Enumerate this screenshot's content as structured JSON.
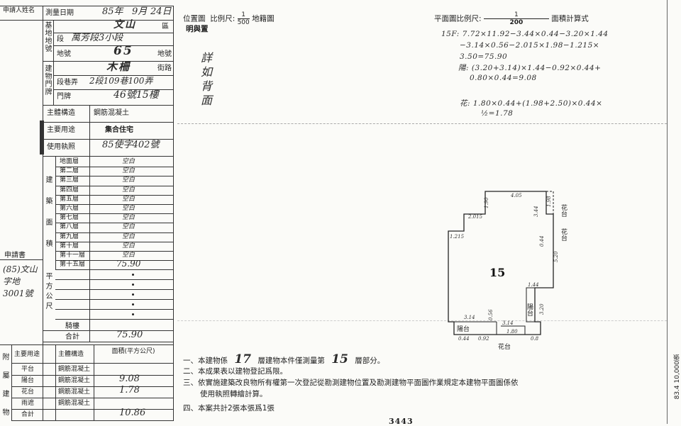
{
  "register": {
    "applicant_label": "申請人姓名",
    "measure_date_label": "測量日期",
    "measure_date_year": "85年",
    "measure_date_month": "9月",
    "measure_date_day": "24日",
    "district_label": "區",
    "district_value": "文山",
    "site_label": "基地地號",
    "section_label": "段",
    "section_value": "萬芳段3小段",
    "lot_label": "地號",
    "lot_value": "65",
    "door_label": "建物門牌",
    "street_label": "街路",
    "street_value": "木柵",
    "lane_label": "段巷弄",
    "lane_value": "2段109巷100弄",
    "number_label": "門牌",
    "number_value": "46號15樓",
    "structure_label": "主體構造",
    "structure_value": "鋼筋混凝土",
    "use_label": "主要用途",
    "use_value": "集合住宅",
    "license_label": "使用執照",
    "license_value": "85使字402號",
    "floor_group_label": "建築面積",
    "floors": [
      {
        "name": "地面層",
        "value": "空白"
      },
      {
        "name": "第二層",
        "value": "空白"
      },
      {
        "name": "第三層",
        "value": "空白"
      },
      {
        "name": "第四層",
        "value": "空白"
      },
      {
        "name": "第五層",
        "value": "空白"
      },
      {
        "name": "第六層",
        "value": "空白"
      },
      {
        "name": "第七層",
        "value": "空白"
      },
      {
        "name": "第八層",
        "value": "空白"
      },
      {
        "name": "第九層",
        "value": "空白"
      },
      {
        "name": "第十層",
        "value": "空白"
      },
      {
        "name": "第十一層",
        "value": "空白"
      },
      {
        "name": "第十五層",
        "value": "75.90"
      }
    ],
    "unit_label": "平方公尺",
    "applicant_book_label": "申請書",
    "applicant_book_value": "(85)文山字地3001號",
    "annex_label": "騎樓",
    "total_label": "合計",
    "total_value": "75.90",
    "attached_label": "附屬建物",
    "attached_use_header": "主要用途",
    "attached_struct_header": "主體構造",
    "attached_area_header": "面積(平方公尺)",
    "attached": [
      {
        "use": "平台",
        "struct": "鋼筋混凝土",
        "area": ""
      },
      {
        "use": "陽台",
        "struct": "鋼筋混凝土",
        "area": "9.08"
      },
      {
        "use": "花台",
        "struct": "鋼筋混凝土",
        "area": "1.78"
      },
      {
        "use": "雨遮",
        "struct": "鋼筋混凝土",
        "area": ""
      },
      {
        "use": "合計",
        "struct": "",
        "area": "10.86"
      }
    ]
  },
  "location": {
    "title": "位置圖",
    "scale_label": "比例尺",
    "scale_num": "1",
    "scale_den": "500",
    "cadastral": "地籍圖",
    "note": "明與置",
    "detail": "詳如背面"
  },
  "plan": {
    "title": "平面圖比例尺",
    "scale_num": "1",
    "scale_den": "200",
    "calc_title": "面積計算式",
    "calc_lines": [
      "15F: 7.72×11.92−3.44×0.44−3.20×1.44",
      "−3.14×0.56−2.015×1.98−1.215×",
      "3.50=75.90",
      "陽: (3.20+3.14)×1.44−0.92×0.44+",
      "0.80×0.44=9.08",
      "花: 1.80×0.44+(1.98+2.50)×0.44×",
      "½=1.78"
    ],
    "floor_number": "15",
    "dims": {
      "top": "4.05",
      "top_left": "1.90",
      "left_step": "2.015",
      "left_width": "1.215",
      "right_a": "3.44",
      "right_b": "1.98",
      "right_c": "0.44",
      "right_d": "5.20",
      "right_e": "1.44",
      "right_f": "3.20",
      "bottom_a": "3.14",
      "bottom_b": "3.14",
      "bottom_c": "0.56",
      "bottom_d": "0.44",
      "bottom_e": "0.92",
      "bottom_f": "1.80",
      "bottom_g": "0.8"
    },
    "labels": {
      "balcony": "陽台",
      "balcony_side": "陽台",
      "flower": "花台",
      "flower_top": "花台",
      "flower_bottom": "花台"
    }
  },
  "remarks": {
    "r1_a": "一、本建物係",
    "r1_floors": "17",
    "r1_b": "層建物本件僅測量第",
    "r1_floor": "15",
    "r1_c": "層部分。",
    "r2": "二、本成果表以建物登記爲限。",
    "r3": "三、依實施建築改良物所有權第一次登記從勘測建物位置及勘測建物平面圖作業規定本建物平面圖係依",
    "r3b": "使用執照轉繪計算。",
    "r4_a": "四、本案共計",
    "r4_b": "2張本張爲",
    "r4_c": "1張",
    "side_stamp": "83.4 10,000張",
    "bottom_num": "3443"
  }
}
